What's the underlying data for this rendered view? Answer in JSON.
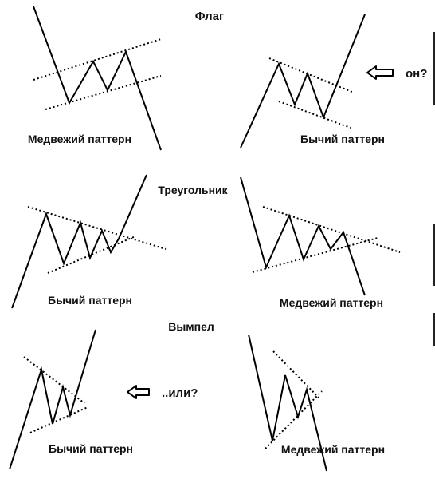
{
  "colors": {
    "background": "#ffffff",
    "line": "#000000",
    "guide": "#000000"
  },
  "sections": {
    "flag": {
      "title": "Флаг",
      "bear_label": "Медвежий паттерн",
      "bull_label": "Бычий паттерн",
      "callout": {
        "text": "он?",
        "icon": "left-arrow-icon"
      }
    },
    "triangle": {
      "title": "Треугольник",
      "bull_label": "Бычий паттерн",
      "bear_label": "Медвежий паттерн"
    },
    "pennant": {
      "title": "Вымпел",
      "bull_label": "Бычий паттерн",
      "bear_label": "Медвежий паттерн",
      "callout": {
        "text": "..или?",
        "icon": "left-arrow-icon"
      }
    }
  }
}
